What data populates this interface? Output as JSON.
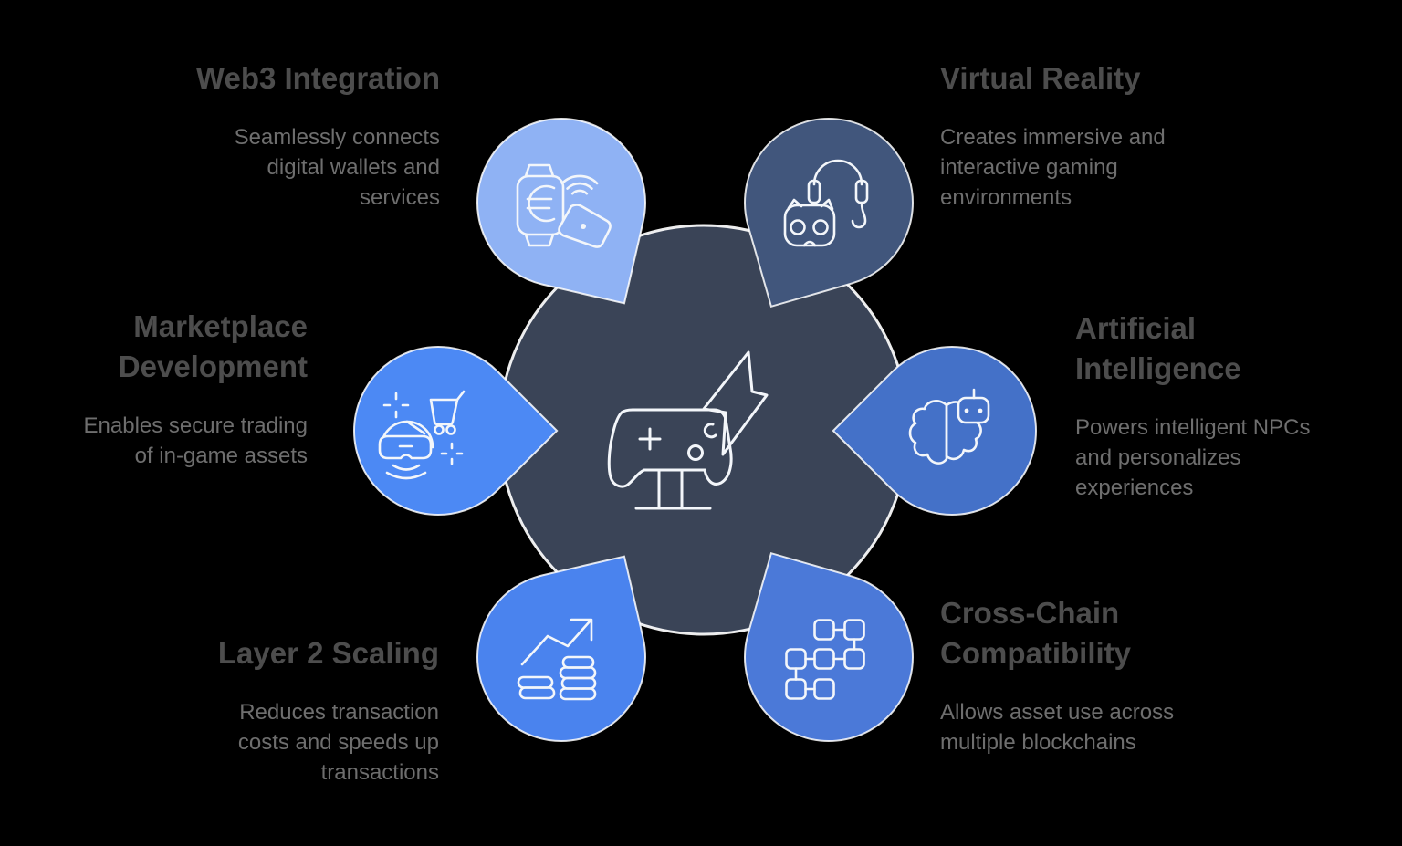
{
  "background_color": "#000000",
  "diagram": {
    "type": "hub-and-spoke",
    "center": {
      "icon": "game-controller-lightning-icon",
      "fill": "#3A4457",
      "outline_color": "#F3F6FA"
    },
    "nodes": [
      {
        "id": "web3",
        "position": "top-left",
        "title": "Web3 Integration",
        "description": "Seamlessly connects\ndigital wallets and\nservices",
        "color": "#8FB2F4",
        "icon": "smartwatch-contactless-payment-icon",
        "icon_symbol": "€"
      },
      {
        "id": "virtual-reality",
        "position": "top-right",
        "title": "Virtual Reality",
        "description": "Creates immersive and\ninteractive gaming\nenvironments",
        "color": "#41567C",
        "icon": "vr-goggles-headphones-icon"
      },
      {
        "id": "marketplace",
        "position": "left",
        "title": "Marketplace\nDevelopment",
        "description": "Enables secure trading\nof in-game assets",
        "color": "#4C89F4",
        "icon": "vr-head-shopping-cart-icon"
      },
      {
        "id": "artificial-intelligence",
        "position": "right",
        "title": "Artificial\nIntelligence",
        "description": "Powers intelligent NPCs\nand personalizes\nexperiences",
        "color": "#4471C8",
        "icon": "brain-robot-icon"
      },
      {
        "id": "layer2",
        "position": "bottom-left",
        "title": "Layer 2 Scaling",
        "description": "Reduces transaction\ncosts and speeds up\ntransactions",
        "color": "#4A83EE",
        "icon": "growth-chart-coins-icon"
      },
      {
        "id": "cross-chain",
        "position": "bottom-right",
        "title": "Cross-Chain\nCompatibility",
        "description": "Allows asset use across\nmultiple blockchains",
        "color": "#4B79D8",
        "icon": "linked-blocks-icon"
      }
    ]
  }
}
